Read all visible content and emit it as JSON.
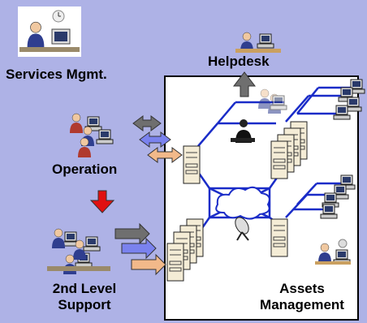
{
  "labels": {
    "services_mgmt": "Services Mgmt.",
    "helpdesk": "Helpdesk",
    "operation": "Operation",
    "second_level_line1": "2nd Level",
    "second_level_line2": "Support",
    "assets_line1": "Assets",
    "assets_line2": "Management"
  },
  "colors": {
    "background": "#aeb2e6",
    "network_box": "#ffffff",
    "network_links": "#1a2cc8",
    "arrow_gray": "#707070",
    "arrow_blue": "#7a82ee",
    "arrow_orange": "#f2b98a",
    "arrow_red": "#e01010"
  }
}
